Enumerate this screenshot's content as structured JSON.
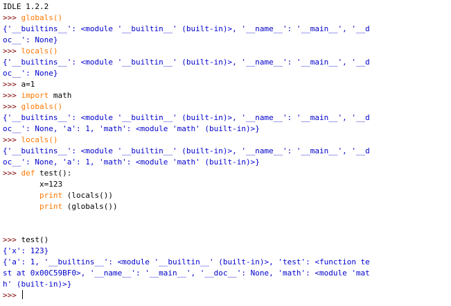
{
  "colors": {
    "prompt": "#7f0000",
    "keyword": "#ff7700",
    "output": "#0000cc",
    "code": "#000000"
  },
  "shell": {
    "banner": "IDLE 1.2.2",
    "prompt_symbol": ">>> ",
    "lines": [
      {
        "segments": [
          {
            "t": "IDLE 1.2.2",
            "c": "plain"
          }
        ]
      },
      {
        "segments": [
          {
            "t": ">>> ",
            "c": "prompt"
          },
          {
            "t": "globals()",
            "c": "kw"
          }
        ]
      },
      {
        "segments": [
          {
            "t": "{'__builtins__': <module '__builtin__' (built-in)>, '__name__': '__main__', '__d",
            "c": "out"
          }
        ]
      },
      {
        "segments": [
          {
            "t": "oc__': None}",
            "c": "out"
          }
        ]
      },
      {
        "segments": [
          {
            "t": ">>> ",
            "c": "prompt"
          },
          {
            "t": "locals()",
            "c": "kw"
          }
        ]
      },
      {
        "segments": [
          {
            "t": "{'__builtins__': <module '__builtin__' (built-in)>, '__name__': '__main__', '__d",
            "c": "out"
          }
        ]
      },
      {
        "segments": [
          {
            "t": "oc__': None}",
            "c": "out"
          }
        ]
      },
      {
        "segments": [
          {
            "t": ">>> ",
            "c": "prompt"
          },
          {
            "t": "a=1",
            "c": "code"
          }
        ]
      },
      {
        "segments": [
          {
            "t": ">>> ",
            "c": "prompt"
          },
          {
            "t": "import",
            "c": "kw"
          },
          {
            "t": " math",
            "c": "code"
          }
        ]
      },
      {
        "segments": [
          {
            "t": ">>> ",
            "c": "prompt"
          },
          {
            "t": "globals()",
            "c": "kw"
          }
        ]
      },
      {
        "segments": [
          {
            "t": "{'__builtins__': <module '__builtin__' (built-in)>, '__name__': '__main__', '__d",
            "c": "out"
          }
        ]
      },
      {
        "segments": [
          {
            "t": "oc__': None, 'a': 1, 'math': <module 'math' (built-in)>}",
            "c": "out"
          }
        ]
      },
      {
        "segments": [
          {
            "t": ">>> ",
            "c": "prompt"
          },
          {
            "t": "locals()",
            "c": "kw"
          }
        ]
      },
      {
        "segments": [
          {
            "t": "{'__builtins__': <module '__builtin__' (built-in)>, '__name__': '__main__', '__d",
            "c": "out"
          }
        ]
      },
      {
        "segments": [
          {
            "t": "oc__': None, 'a': 1, 'math': <module 'math' (built-in)>}",
            "c": "out"
          }
        ]
      },
      {
        "segments": [
          {
            "t": ">>> ",
            "c": "prompt"
          },
          {
            "t": "def",
            "c": "kw"
          },
          {
            "t": " test():",
            "c": "code"
          }
        ]
      },
      {
        "segments": [
          {
            "t": "        x=123",
            "c": "code"
          }
        ]
      },
      {
        "segments": [
          {
            "t": "        ",
            "c": "code"
          },
          {
            "t": "print",
            "c": "kw"
          },
          {
            "t": " (locals())",
            "c": "code"
          }
        ]
      },
      {
        "segments": [
          {
            "t": "        ",
            "c": "code"
          },
          {
            "t": "print",
            "c": "kw"
          },
          {
            "t": " (globals())",
            "c": "code"
          }
        ]
      },
      {
        "segments": []
      },
      {
        "segments": []
      },
      {
        "segments": [
          {
            "t": ">>> ",
            "c": "prompt"
          },
          {
            "t": "test()",
            "c": "code"
          }
        ]
      },
      {
        "segments": [
          {
            "t": "{'x': 123}",
            "c": "out"
          }
        ]
      },
      {
        "segments": [
          {
            "t": "{'a': 1, '__builtins__': <module '__builtin__' (built-in)>, 'test': <function te",
            "c": "out"
          }
        ]
      },
      {
        "segments": [
          {
            "t": "st at 0x00C59BF0>, '__name__': '__main__', '__doc__': None, 'math': <module 'mat",
            "c": "out"
          }
        ]
      },
      {
        "segments": [
          {
            "t": "h' (built-in)>}",
            "c": "out"
          }
        ]
      },
      {
        "segments": [
          {
            "t": ">>> ",
            "c": "prompt"
          }
        ],
        "cursor": true
      }
    ]
  }
}
